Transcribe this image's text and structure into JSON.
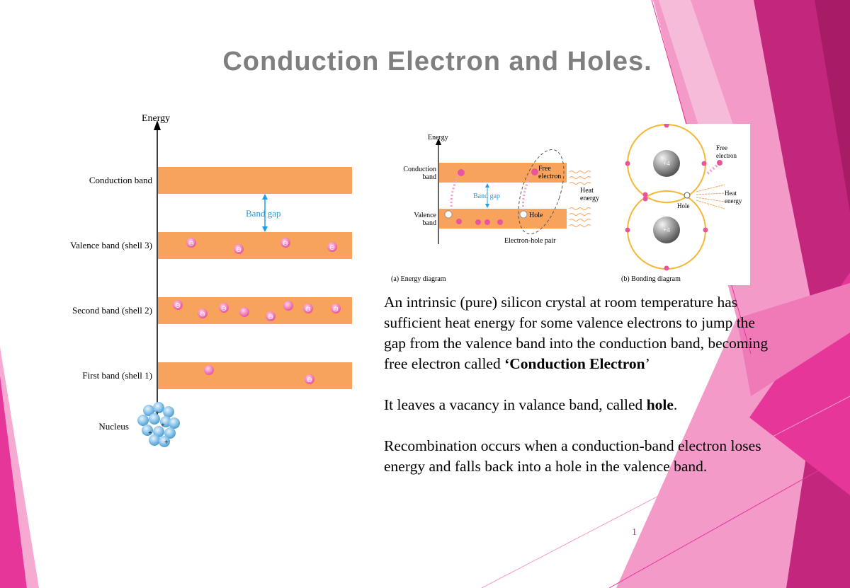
{
  "slide": {
    "title": "Conduction Electron and Holes.",
    "page_number": "1",
    "colors": {
      "accent_pink": "#e6369a",
      "light_pink": "#f49ac9",
      "dark_magenta": "#b51f6e",
      "band_orange": "#f7a35c",
      "title_gray": "#7f7f7f",
      "band_gap_blue": "#1ba1e2",
      "bond_yellow": "#f4b836"
    }
  },
  "left_diagram": {
    "axis_label": "Energy",
    "bands": [
      {
        "label": "Conduction band"
      },
      {
        "label": "Valence band (shell 3)"
      },
      {
        "label": "Second band (shell 2)"
      },
      {
        "label": "First band (shell 1)"
      }
    ],
    "band_gap_label": "Band gap",
    "nucleus_label": "Nucleus",
    "electron_symbol": "⊖"
  },
  "energy_diagram": {
    "axis_label": "Energy",
    "conduction_label_1": "Conduction",
    "conduction_label_2": "band",
    "valence_label_1": "Valence",
    "valence_label_2": "band",
    "band_gap_label": "Band gap",
    "free_electron_label_1": "Free",
    "free_electron_label_2": "electron",
    "heat_label_1": "Heat",
    "heat_label_2": "energy",
    "hole_label": "Hole",
    "pair_label": "Electron-hole pair",
    "caption": "(a) Energy diagram"
  },
  "bonding_diagram": {
    "nucleus_charge_top": "+4",
    "nucleus_charge_bottom": "+4",
    "free_electron_label_1": "Free",
    "free_electron_label_2": "electron",
    "hole_label": "Hole",
    "heat_label_1": "Heat",
    "heat_label_2": "energy",
    "caption": "(b) Bonding diagram"
  },
  "body": {
    "para1_text": "An intrinsic (pure) silicon crystal at room temperature has sufficient heat energy for some valence electrons to jump the gap from the valence band into the conduction band, becoming free electron called ",
    "para1_quote_open": "‘",
    "para1_term": "Conduction Electron",
    "para1_quote_close": "’",
    "para2_text": "It leaves a vacancy in valance band, called ",
    "para2_term": "hole",
    "para2_end": ".",
    "para3_text": "Recombination occurs when a conduction-band electron loses energy and falls back into a hole in the valence band."
  }
}
